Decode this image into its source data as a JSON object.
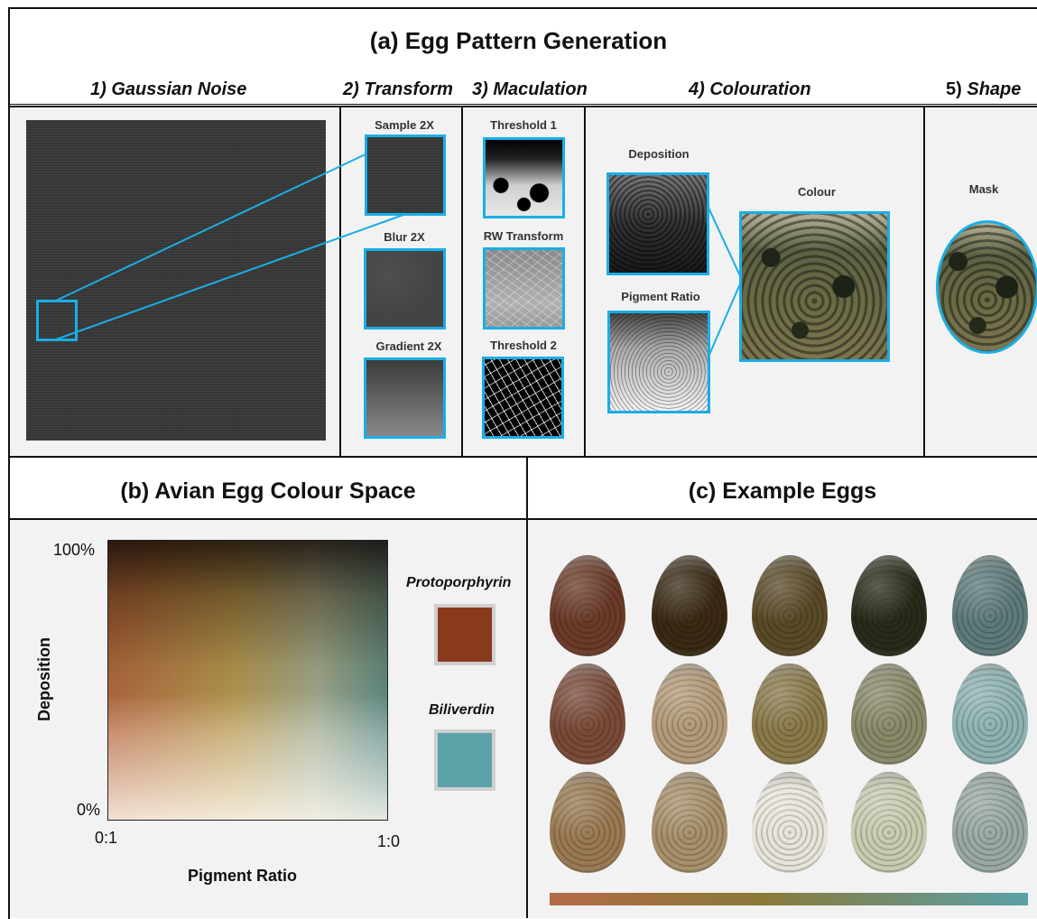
{
  "panel_a": {
    "title": "(a) Egg Pattern Generation",
    "columns": {
      "c1": "1) Gaussian Noise",
      "c2": "2) Transform",
      "c3": "3) Maculation",
      "c4": "4) Colouration",
      "c5_num": "5)",
      "c5_word": "Shape"
    },
    "transform_steps": [
      "Sample 2X",
      "Blur 2X",
      "Gradient 2X"
    ],
    "maculation_steps": [
      "Threshold 1",
      "RW Transform",
      "Threshold 2"
    ],
    "colouration": {
      "deposition": "Deposition",
      "pigment_ratio": "Pigment Ratio",
      "colour": "Colour"
    },
    "shape": {
      "mask": "Mask"
    }
  },
  "panel_b": {
    "title": "(b) Avian Egg Colour Space",
    "y_axis_label": "Deposition",
    "x_axis_label": "Pigment Ratio",
    "y_top": "100%",
    "y_bottom": "0%",
    "x_left": "0:1",
    "x_right": "1:0",
    "pigments": [
      {
        "name": "Protoporphyrin",
        "color": "#8a3a1c"
      },
      {
        "name": "Biliverdin",
        "color": "#5aa1a8"
      }
    ]
  },
  "panel_c": {
    "title": "(c) Example Eggs",
    "eggs": [
      [
        "#6b3a28",
        "#3a2a14",
        "#5a4a28",
        "#2a2a1a",
        "#5e7a7a"
      ],
      [
        "#7a4a38",
        "#b39a78",
        "#8a7a4a",
        "#8a8a6a",
        "#8fb3b3"
      ],
      [
        "#9a7a52",
        "#a8906a",
        "#e8e4da",
        "#c8ccb0",
        "#9aaaa2"
      ]
    ],
    "gradient_bar": [
      "#b36a44",
      "#8a7a3a",
      "#5aa1a8"
    ]
  },
  "colors": {
    "accent": "#19aee6",
    "panel_bg": "#f2f2f2"
  }
}
